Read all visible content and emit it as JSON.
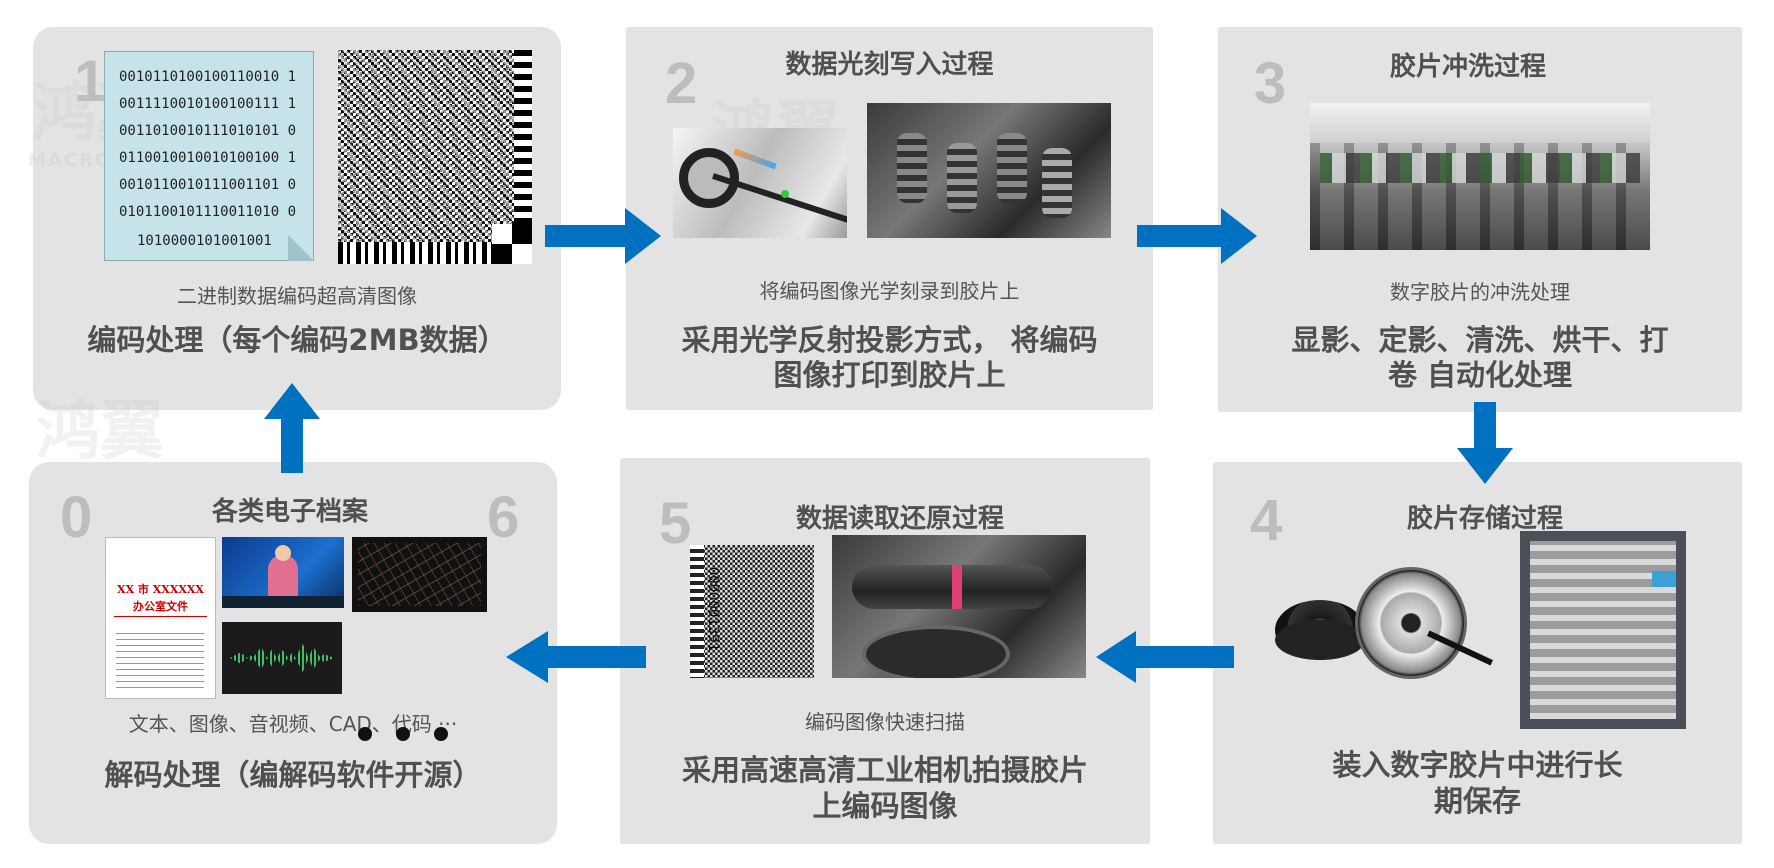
{
  "watermark": {
    "brand": "鸿翼",
    "sub": "MACROWING"
  },
  "colors": {
    "panel": "#e3e3e3",
    "arrow": "#0070c0",
    "number": "#bdbdbd",
    "text": "#505050"
  },
  "steps": [
    {
      "number": "0",
      "number_right": "6",
      "title": "各类电子档案",
      "caption": "文本、图像、音视频、CAD、代码 ···",
      "description": "解码处理（编解码软件开源）",
      "doc_title": "XX 市 XXXXXX",
      "doc_subtitle": "办公室文件",
      "ellipsis_icon": "ellipsis-dots-icon"
    },
    {
      "number": "1",
      "caption": "二进制数据编码超高清图像",
      "description": "编码处理（每个编码2MB数据）",
      "binary_lines": [
        "0010110100100110010 1",
        "0011110010100100111 1",
        "0011010010111010101 0",
        "0110010010010100100 1",
        "0010110010111001101 0",
        "0101100101110011010 0",
        "1010000101001001"
      ]
    },
    {
      "number": "2",
      "title": "数据光刻写入过程",
      "caption": "将编码图像光学刻录到胶片上",
      "description_lines": [
        "采用光学反射投影方式， 将编码",
        "图像打印到胶片上"
      ]
    },
    {
      "number": "3",
      "title": "胶片冲洗过程",
      "caption": "数字胶片的冲洗处理",
      "description_lines": [
        "显影、定影、清洗、烘干、打",
        "卷 自动化处理"
      ]
    },
    {
      "number": "4",
      "title": "胶片存储过程",
      "description_lines": [
        "装入数字胶片中进行长",
        "期保存"
      ]
    },
    {
      "number": "5",
      "title": "数据读取还原过程",
      "caption": "编码图像快速扫描",
      "description_lines": [
        "采用高速高清工业相机拍摄胶片",
        "上编码图像"
      ],
      "scan_label": "0000001391"
    }
  ],
  "arrows": [
    {
      "name": "arrow-1-to-2",
      "direction": "right"
    },
    {
      "name": "arrow-2-to-3",
      "direction": "right"
    },
    {
      "name": "arrow-3-to-4",
      "direction": "down"
    },
    {
      "name": "arrow-4-to-5",
      "direction": "left"
    },
    {
      "name": "arrow-5-to-0",
      "direction": "left"
    },
    {
      "name": "arrow-0-to-1",
      "direction": "up"
    }
  ]
}
